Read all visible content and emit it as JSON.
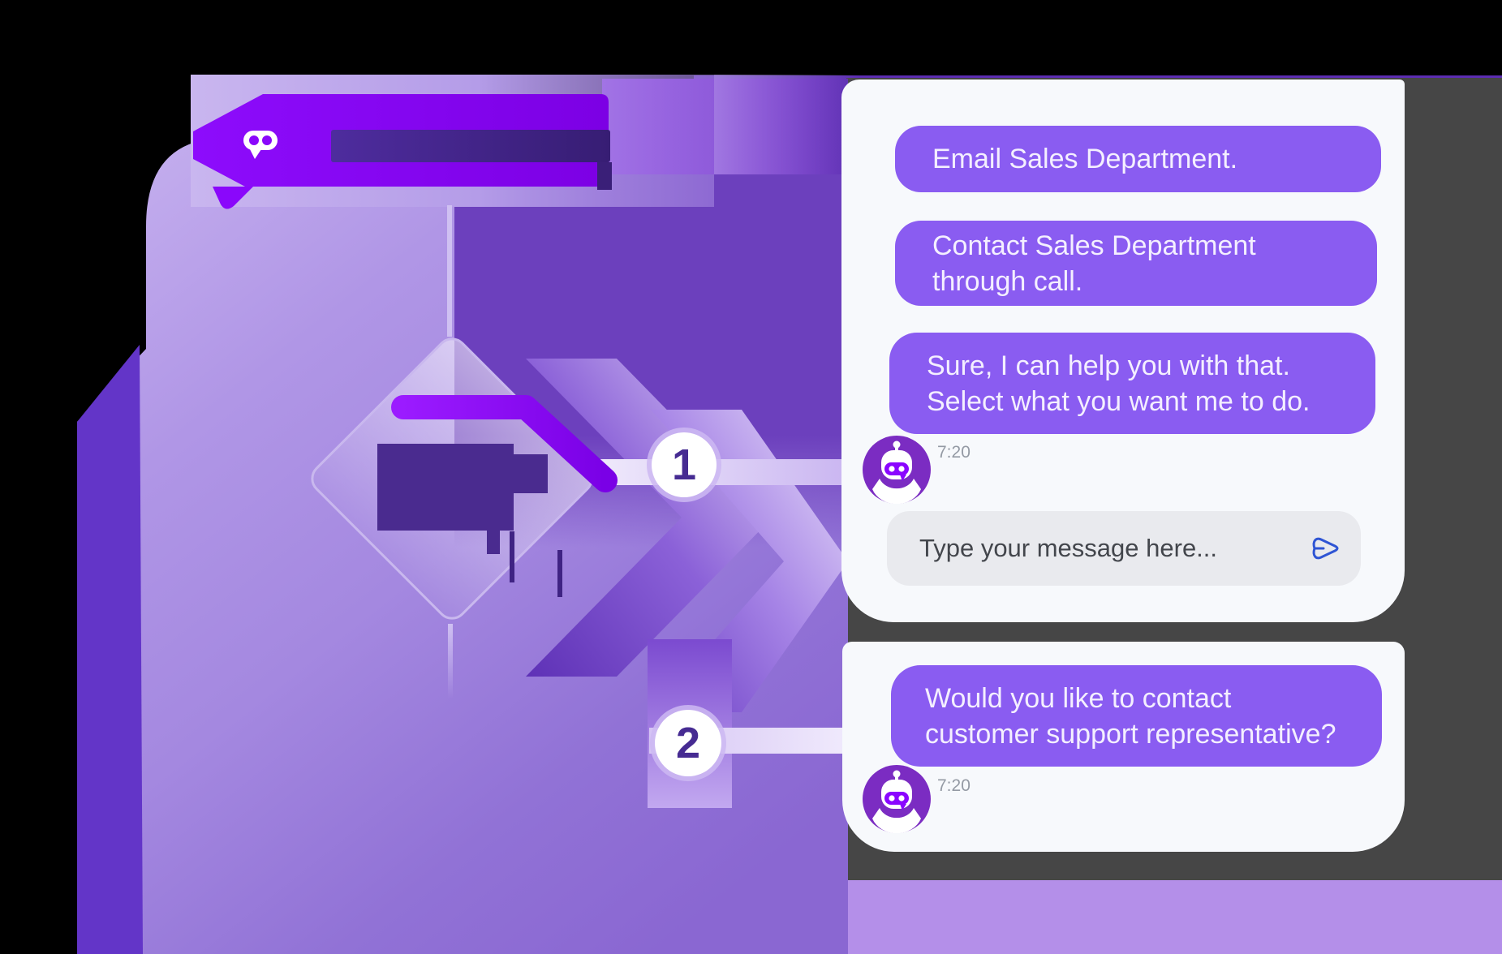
{
  "step_badges": [
    "1",
    "2"
  ],
  "panel_top": {
    "messages": [
      {
        "sender": "user",
        "text": "Email Sales Department."
      },
      {
        "sender": "user",
        "text": "Contact Sales Department\nthrough call."
      },
      {
        "sender": "bot",
        "text": "Sure, I can help you with that.\nSelect what you want me to do.",
        "time": "7:20"
      }
    ],
    "input": {
      "placeholder": "Type your message here..."
    }
  },
  "panel_bottom": {
    "messages": [
      {
        "sender": "bot",
        "text": "Would you like to contact\ncustomer support representative?",
        "time": "7:20"
      }
    ]
  },
  "icons": {
    "banner_bot": "chatbot-icon",
    "avatar_bot": "robot-avatar-icon",
    "send": "send-icon"
  },
  "colors": {
    "bubble": "#8a5cf1",
    "banner": "#8a07fb",
    "avatar_bg": "#7b2cc2",
    "panel_bg": "#f7f9fc",
    "input_bg": "#e9eaee",
    "send_icon": "#2f55d4",
    "backdrop_gray": "#464646",
    "badge_number": "#462b92",
    "bottom_band": "#b48fe9"
  }
}
